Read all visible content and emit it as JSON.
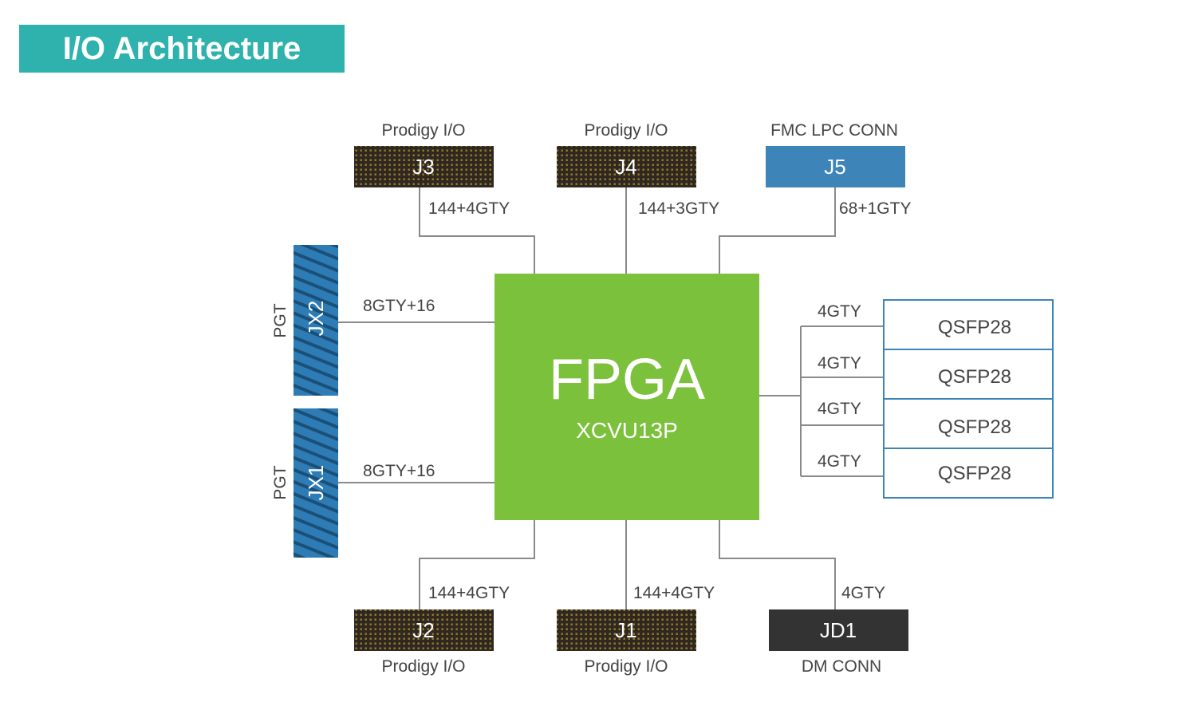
{
  "title": "I/O Architecture",
  "colors": {
    "title_bg": "#2fb2ad",
    "fpga": "#7cc13c",
    "j5": "#3d84b8",
    "jx": "#2d7cb5",
    "prodigy": "#2e2820",
    "prodigy_pins": "#9b7d2c",
    "jd1": "#333333",
    "qsfp_border": "#3d84b8",
    "lines": "#8a8a8a",
    "text": "#444444"
  },
  "fpga": {
    "name": "FPGA",
    "part": "XCVU13P"
  },
  "connectors": {
    "j3": {
      "name": "J3",
      "caption": "Prodigy I/O",
      "link": "144+4GTY"
    },
    "j4": {
      "name": "J4",
      "caption": "Prodigy I/O",
      "link": "144+3GTY"
    },
    "j5": {
      "name": "J5",
      "caption": "FMC LPC CONN",
      "link": "68+1GTY"
    },
    "j2": {
      "name": "J2",
      "caption": "Prodigy I/O",
      "link": "144+4GTY"
    },
    "j1": {
      "name": "J1",
      "caption": "Prodigy I/O",
      "link": "144+4GTY"
    },
    "jd1": {
      "name": "JD1",
      "caption": "DM CONN",
      "link": "4GTY"
    },
    "jx2": {
      "name": "JX2",
      "caption": "PGT",
      "link": "8GTY+16"
    },
    "jx1": {
      "name": "JX1",
      "caption": "PGT",
      "link": "8GTY+16"
    }
  },
  "qsfp": [
    {
      "name": "QSFP28",
      "link": "4GTY"
    },
    {
      "name": "QSFP28",
      "link": "4GTY"
    },
    {
      "name": "QSFP28",
      "link": "4GTY"
    },
    {
      "name": "QSFP28",
      "link": "4GTY"
    }
  ]
}
